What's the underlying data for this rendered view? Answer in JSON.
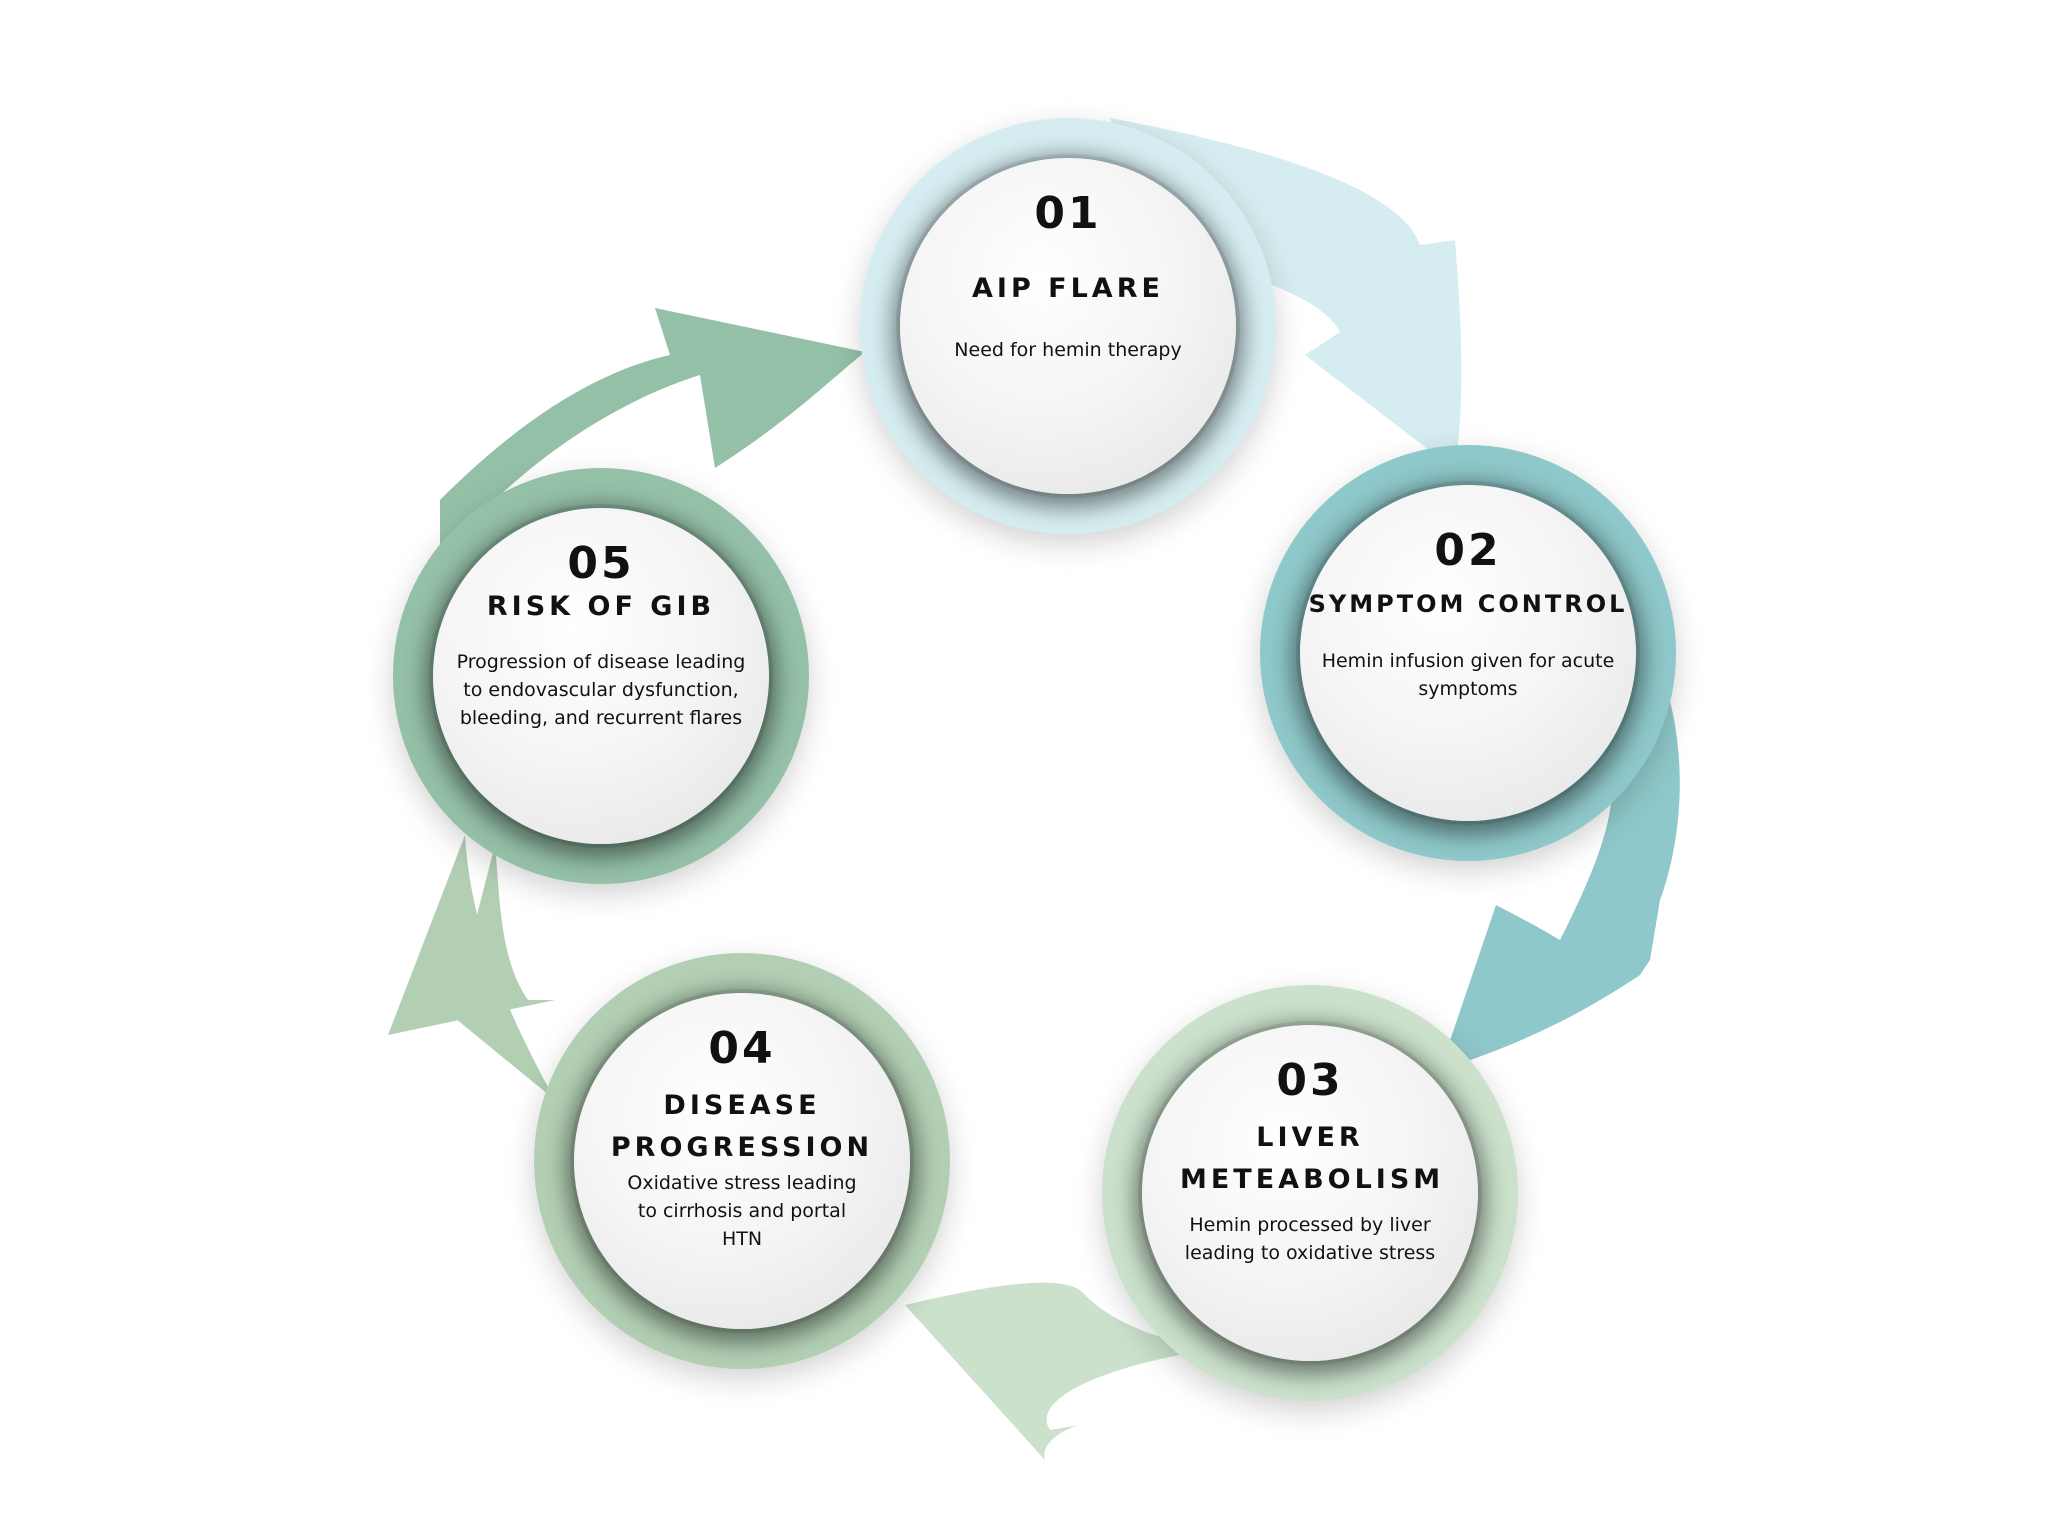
{
  "colors": {
    "ring1": "#d5edf0",
    "ring2": "#8fc8ca",
    "ring3": "#cbe1cc",
    "ring4": "#b2cfb4",
    "ring5": "#95c0a8"
  },
  "steps": [
    {
      "number": "01",
      "title": "AIP FLARE",
      "description": "Need for hemin therapy"
    },
    {
      "number": "02",
      "title": "SYMPTOM CONTROL",
      "description": "Hemin infusion given for acute symptoms"
    },
    {
      "number": "03",
      "title": "LIVER METEABOLISM",
      "description": "Hemin processed by liver leading to oxidative stress"
    },
    {
      "number": "04",
      "title": "DISEASE PROGRESSION",
      "description": "Oxidative stress leading to cirrhosis and portal HTN"
    },
    {
      "number": "05",
      "title": "RISK OF GIB",
      "description": "Progression of disease leading to endovascular dysfunction, bleeding, and recurrent flares"
    }
  ]
}
